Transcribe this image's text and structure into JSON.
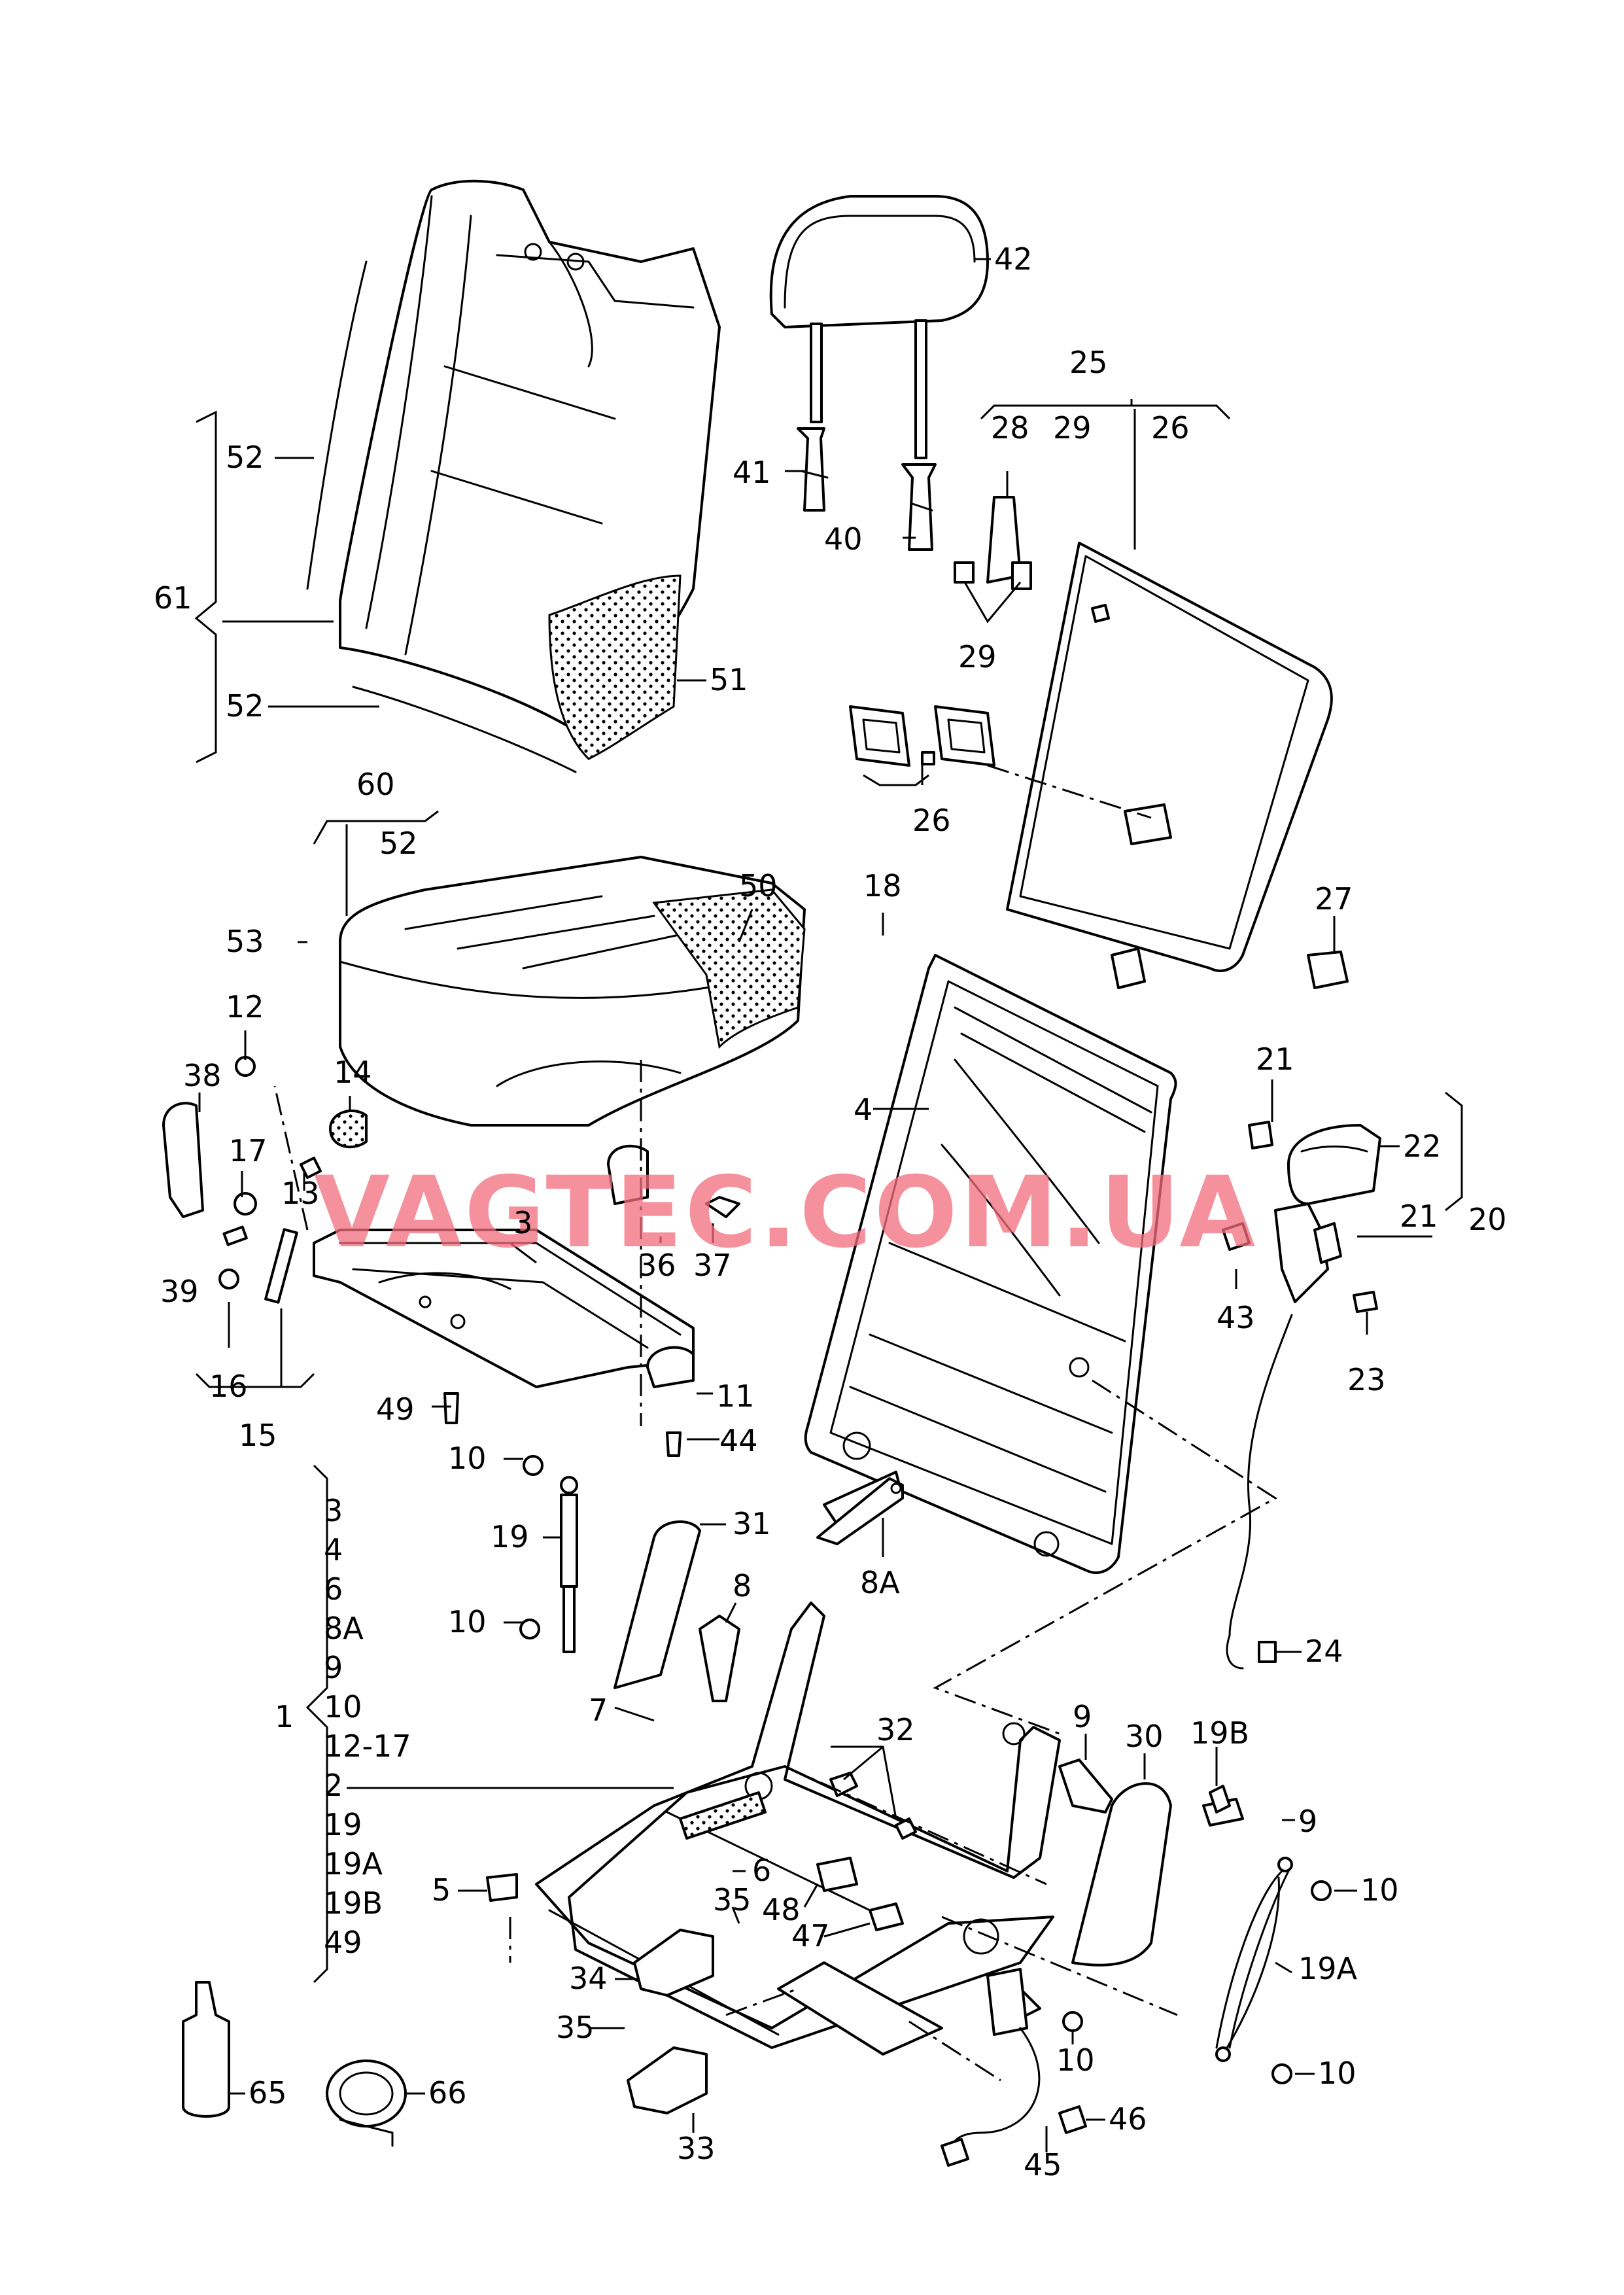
{
  "watermark": "VAGTEC.COM.UA",
  "callouts": [
    {
      "id": "c42",
      "text": "42"
    },
    {
      "id": "c25",
      "text": "25"
    },
    {
      "id": "c28",
      "text": "28"
    },
    {
      "id": "c29a",
      "text": "29"
    },
    {
      "id": "c26a",
      "text": "26"
    },
    {
      "id": "c41",
      "text": "41"
    },
    {
      "id": "c40",
      "text": "40"
    },
    {
      "id": "c29b",
      "text": "29"
    },
    {
      "id": "c52a",
      "text": "52"
    },
    {
      "id": "c61",
      "text": "61"
    },
    {
      "id": "c51",
      "text": "51"
    },
    {
      "id": "c52b",
      "text": "52"
    },
    {
      "id": "c26b",
      "text": "26"
    },
    {
      "id": "c60",
      "text": "60"
    },
    {
      "id": "c52c",
      "text": "52"
    },
    {
      "id": "c50",
      "text": "50"
    },
    {
      "id": "c53",
      "text": "53"
    },
    {
      "id": "c18",
      "text": "18"
    },
    {
      "id": "c27",
      "text": "27"
    },
    {
      "id": "c12",
      "text": "12"
    },
    {
      "id": "c14",
      "text": "14"
    },
    {
      "id": "c38",
      "text": "38"
    },
    {
      "id": "c4",
      "text": "4"
    },
    {
      "id": "c21a",
      "text": "21"
    },
    {
      "id": "c22",
      "text": "22"
    },
    {
      "id": "c17",
      "text": "17"
    },
    {
      "id": "c13",
      "text": "13"
    },
    {
      "id": "c3a",
      "text": "3"
    },
    {
      "id": "c21b",
      "text": "21"
    },
    {
      "id": "c20",
      "text": "20"
    },
    {
      "id": "c36",
      "text": "36"
    },
    {
      "id": "c37",
      "text": "37"
    },
    {
      "id": "c39",
      "text": "39"
    },
    {
      "id": "c43",
      "text": "43"
    },
    {
      "id": "c23",
      "text": "23"
    },
    {
      "id": "c16",
      "text": "16"
    },
    {
      "id": "c15",
      "text": "15"
    },
    {
      "id": "c11",
      "text": "11"
    },
    {
      "id": "c49",
      "text": "49"
    },
    {
      "id": "c44",
      "text": "44"
    },
    {
      "id": "c10a",
      "text": "10"
    },
    {
      "id": "c31",
      "text": "31"
    },
    {
      "id": "c19",
      "text": "19"
    },
    {
      "id": "c8a",
      "text": "8A"
    },
    {
      "id": "c8",
      "text": "8"
    },
    {
      "id": "c10b",
      "text": "10"
    },
    {
      "id": "c24",
      "text": "24"
    },
    {
      "id": "c1",
      "text": "1"
    },
    {
      "id": "c7",
      "text": "7"
    },
    {
      "id": "c9a",
      "text": "9"
    },
    {
      "id": "c30",
      "text": "30"
    },
    {
      "id": "c19b",
      "text": "19B"
    },
    {
      "id": "c32",
      "text": "32"
    },
    {
      "id": "c2",
      "text": "2"
    },
    {
      "id": "c9b",
      "text": "9"
    },
    {
      "id": "c5",
      "text": "5"
    },
    {
      "id": "c6",
      "text": "6"
    },
    {
      "id": "c35a",
      "text": "35"
    },
    {
      "id": "c48",
      "text": "48"
    },
    {
      "id": "c47",
      "text": "47"
    },
    {
      "id": "c10c",
      "text": "10"
    },
    {
      "id": "c19a",
      "text": "19A"
    },
    {
      "id": "c34",
      "text": "34"
    },
    {
      "id": "c35b",
      "text": "35"
    },
    {
      "id": "c10d",
      "text": "10"
    },
    {
      "id": "c10e",
      "text": "10"
    },
    {
      "id": "c65",
      "text": "65"
    },
    {
      "id": "c66",
      "text": "66"
    },
    {
      "id": "c33",
      "text": "33"
    },
    {
      "id": "c46",
      "text": "46"
    },
    {
      "id": "c45",
      "text": "45"
    }
  ],
  "kit_list": [
    "3",
    "4",
    "6",
    "8A",
    "9",
    "10",
    "12-17",
    "2",
    "19",
    "19A",
    "19B",
    "49"
  ]
}
